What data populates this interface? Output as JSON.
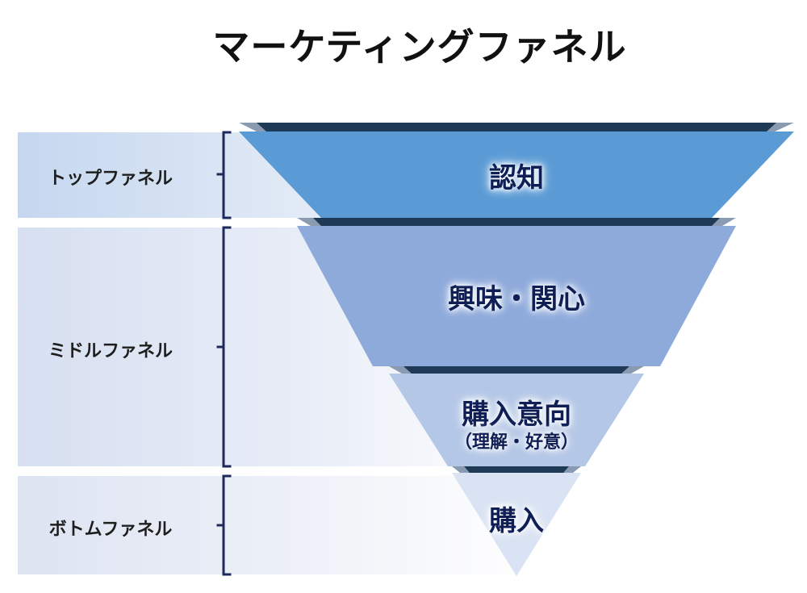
{
  "title": "マーケティングファネル",
  "levels": [
    {
      "label": "トップファネル"
    },
    {
      "label": "ミドルファネル"
    },
    {
      "label": "ボトムファネル"
    }
  ],
  "stages": [
    {
      "label": "認知",
      "color": "#5b9bd5"
    },
    {
      "label": "興味・関心",
      "color": "#8eaadb"
    },
    {
      "label": "購入意向",
      "sublabel": "（理解・好意）",
      "color": "#b4c7e7"
    },
    {
      "label": "購入",
      "color": "#dae3f3"
    }
  ],
  "colors": {
    "bracket": "#1f2a5c",
    "band": "#dbe5f4",
    "bevel_dark": "#1f3a56",
    "bevel_light": "#8a9ab0"
  }
}
